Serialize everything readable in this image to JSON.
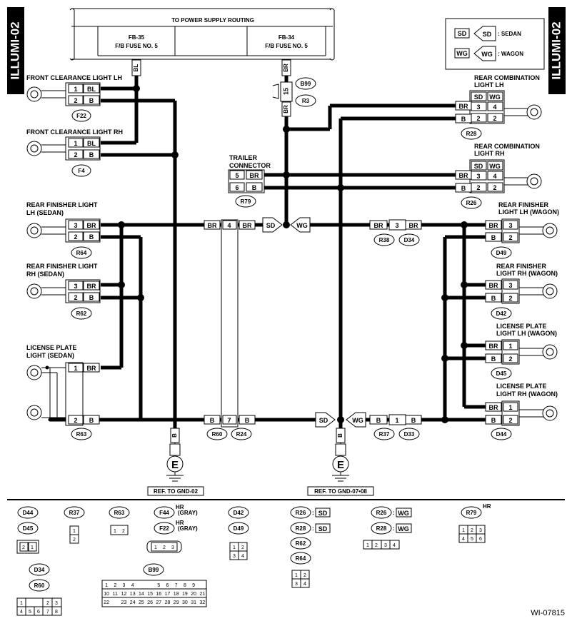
{
  "side_tab": "ILLUMI-02",
  "power": {
    "title": "TO POWER SUPPLY ROUTING",
    "fuse_left": [
      "FB-35",
      "F/B FUSE NO. 5"
    ],
    "fuse_right": [
      "FB-34",
      "F/B FUSE NO. 5"
    ]
  },
  "legend": {
    "sd_code": "SD",
    "sd_text": ": SEDAN",
    "wg_code": "WG",
    "wg_text": ": WAGON"
  },
  "wires": {
    "bl": "BL",
    "b": "B",
    "br": "BR",
    "sd": "SD",
    "wg": "WG"
  },
  "components": {
    "fcl_lh": {
      "name": "FRONT CLEARANCE LIGHT LH",
      "conn": "F22",
      "pins": [
        "1",
        "2"
      ]
    },
    "fcl_rh": {
      "name": "FRONT CLEARANCE LIGHT RH",
      "conn": "F4",
      "pins": [
        "1",
        "2"
      ]
    },
    "rfl_lh_sedan": {
      "name": [
        "REAR FINISHER LIGHT",
        "LH (SEDAN)"
      ],
      "conn": "R64",
      "pins": [
        "3",
        "2"
      ]
    },
    "rfl_rh_sedan": {
      "name": [
        "REAR FINISHER LIGHT",
        "RH (SEDAN)"
      ],
      "conn": "R62",
      "pins": [
        "3",
        "2"
      ]
    },
    "lpl_sedan": {
      "name": [
        "LICENSE PLATE",
        "LIGHT (SEDAN)"
      ],
      "conn": "R63",
      "pins": [
        "1",
        "2"
      ]
    },
    "trailer": {
      "name": [
        "TRAILER",
        "CONNECTOR"
      ],
      "conn": "R79",
      "pins": [
        "5",
        "6"
      ]
    },
    "b99": {
      "conn": "B99",
      "conn2": "R3",
      "pin": "15"
    },
    "rcl_lh": {
      "name": [
        "REAR COMBINATION",
        "LIGHT LH"
      ],
      "conn": "R28",
      "hdr": [
        "SD",
        "WG"
      ],
      "rows": [
        [
          "3",
          "4"
        ],
        [
          "2",
          "2"
        ]
      ]
    },
    "rcl_rh": {
      "name": [
        "REAR COMBINATION",
        "LIGHT RH"
      ],
      "conn": "R26",
      "hdr": [
        "SD",
        "WG"
      ],
      "rows": [
        [
          "3",
          "4"
        ],
        [
          "2",
          "2"
        ]
      ]
    },
    "rfl_lh_wagon": {
      "name": [
        "REAR FINISHER",
        "LIGHT LH (WAGON)"
      ],
      "conn": "D49",
      "pins": [
        "3",
        "2"
      ]
    },
    "rfl_rh_wagon": {
      "name": [
        "REAR FINISHER",
        "LIGHT RH (WAGON)"
      ],
      "conn": "D42",
      "pins": [
        "3",
        "2"
      ]
    },
    "lpl_lh_wagon": {
      "name": [
        "LICENSE PLATE",
        "LIGHT LH (WAGON)"
      ],
      "conn": "D45",
      "pins": [
        "1",
        "2"
      ]
    },
    "lpl_rh_wagon": {
      "name": [
        "LICENSE PLATE",
        "LIGHT RH (WAGON)"
      ],
      "conn": "D44",
      "pins": [
        "1",
        "2"
      ]
    },
    "r60": {
      "conn": "R60",
      "conn2": "R24",
      "pins": [
        "4",
        "7"
      ]
    },
    "r38": {
      "conn": "R38",
      "conn2": "D34",
      "pin": "3"
    },
    "r37": {
      "conn": "R37",
      "conn2": "D33",
      "pin": "1"
    }
  },
  "grounds": {
    "left": "REF. TO GND-02",
    "right": "REF. TO GND-07•08",
    "symbol": "E"
  },
  "legend_bottom": {
    "d44": "D44",
    "d45": "D45",
    "r37": "R37",
    "r63": "R63",
    "f44": "F44",
    "f22": "F22",
    "hr_gray": [
      "HR",
      "(GRAY)"
    ],
    "d42": "D42",
    "d49": "D49",
    "r26": "R26",
    "r28": "R28",
    "r62": "R62",
    "r64": "R64",
    "r79": "R79",
    "hr": "HR",
    "d34": "D34",
    "r60": "R60",
    "b99": "B99",
    "sd": "SD",
    "wg": "WG",
    "colon": ":",
    "pins_d44": [
      "2",
      "1"
    ],
    "pins_r37": [
      "1",
      "2"
    ],
    "pins_r63": [
      "1",
      "2"
    ],
    "pins_f44": [
      "1",
      "2",
      "3"
    ],
    "pins_d42": [
      "1",
      "2",
      "3",
      "4"
    ],
    "pins_r62": [
      "1",
      "2",
      "3",
      "4"
    ],
    "pins_r26": [
      "1",
      "2",
      "3",
      "4"
    ],
    "pins_r79": [
      "1",
      "2",
      "3",
      "4",
      "5",
      "6"
    ],
    "pins_d34": [
      "1",
      "2",
      "3",
      "4",
      "5",
      "6",
      "7",
      "8"
    ],
    "pins_b99": [
      "1",
      "2",
      "3",
      "4",
      "5",
      "6",
      "7",
      "8",
      "9",
      "10",
      "11",
      "12",
      "13",
      "14",
      "15",
      "16",
      "17",
      "18",
      "19",
      "20",
      "21",
      "22",
      "23",
      "24",
      "25",
      "26",
      "27",
      "28",
      "29",
      "30",
      "31",
      "32"
    ]
  },
  "figure_id": "WI-07815"
}
